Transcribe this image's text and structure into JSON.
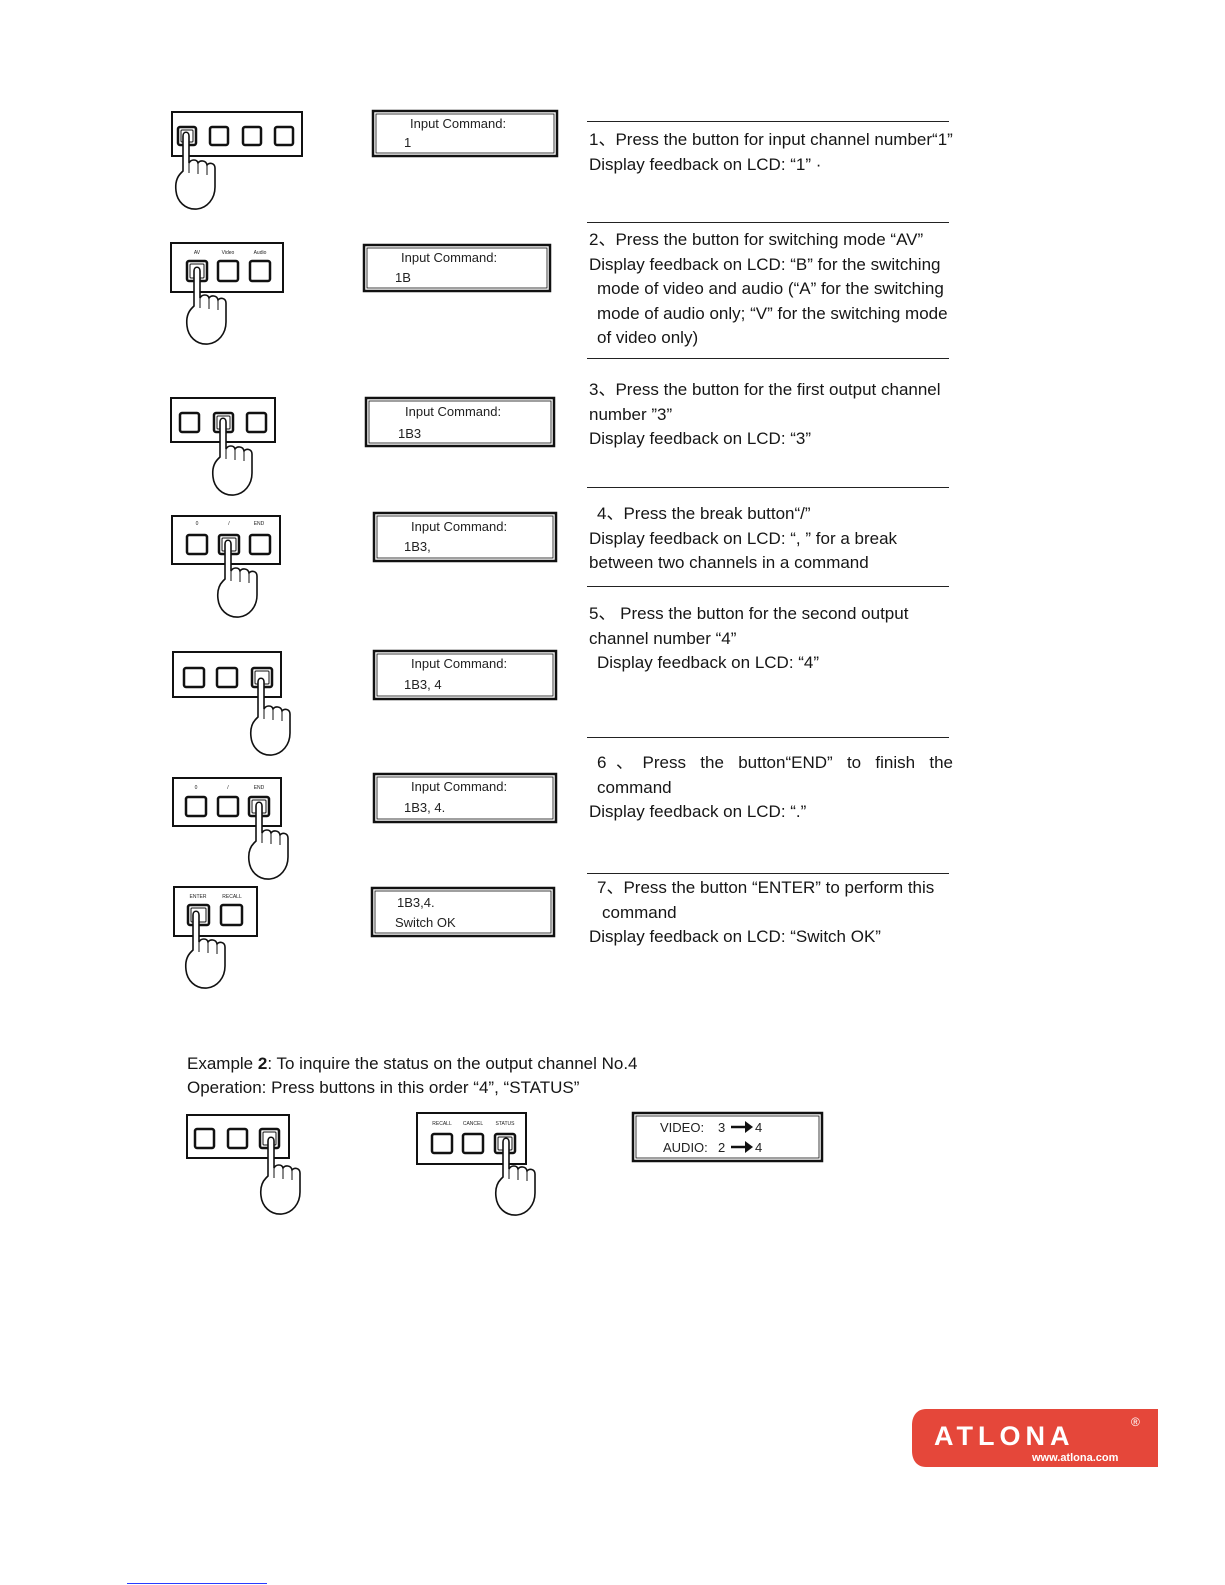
{
  "steps": [
    {
      "panel": {
        "labels": [
          "",
          "",
          "",
          ""
        ],
        "pressed": 0
      },
      "lcd": {
        "line1": "Input Command:",
        "line2": "1"
      },
      "desc": [
        "1、Press the button for input channel number“1”",
        "Display  feedback  on  LCD:  “1”  ·"
      ]
    },
    {
      "panel": {
        "labels": [
          "AV",
          "Video",
          "Audio"
        ],
        "pressed": 0
      },
      "lcd": {
        "line1": "Input Command:",
        "line2": "1B"
      },
      "desc": [
        "2、Press the button for switching mode “AV”",
        "Display feedback on LCD: “B” for the switching",
        "mode of video and audio (“A” for the switching",
        "mode of audio only; “V” for the switching mode",
        "of video only)"
      ]
    },
    {
      "panel": {
        "labels": [
          "",
          "",
          ""
        ],
        "pressed": 1
      },
      "lcd": {
        "line1": "Input Command:",
        "line2": "1B3"
      },
      "desc": [
        "3、Press the button for the first output channel",
        "number ”3”",
        "Display feedback on LCD: “3”"
      ]
    },
    {
      "panel": {
        "labels": [
          "0",
          "/",
          "END"
        ],
        "pressed": 1
      },
      "lcd": {
        "line1": "Input Command:",
        "line2": "1B3,"
      },
      "desc": [
        "4、Press the break button“/”",
        "Display  feedback  on  LCD:  “,  ”  for  a  break",
        "between two channels in a command"
      ]
    },
    {
      "panel": {
        "labels": [
          "",
          "",
          ""
        ],
        "pressed": 2
      },
      "lcd": {
        "line1": "Input Command:",
        "line2": "1B3, 4"
      },
      "desc": [
        "5、 Press  the  button  for  the  second  output",
        "channel number “4”",
        "Display  feedback  on  LCD:  “4”"
      ]
    },
    {
      "panel": {
        "labels": [
          "0",
          "/",
          "END"
        ],
        "pressed": 2
      },
      "lcd": {
        "line1": "Input Command:",
        "line2": "1B3, 4."
      },
      "desc": [
        "6、Press the button“END” to finish the command",
        "Display  feedback  on  LCD:  “.”"
      ]
    },
    {
      "panel": {
        "labels": [
          "ENTER",
          "RECALL"
        ],
        "pressed": 0
      },
      "lcd": {
        "line1": "1B3,4.",
        "line2": "Switch OK"
      },
      "desc": [
        "7、Press  the  button  “ENTER”  to  perform  this",
        "command",
        "Display feedback on LCD: “Switch OK”"
      ]
    }
  ],
  "example2": {
    "title_prefix": "Example ",
    "title_number": "2",
    "title_rest": ": To inquire the status on the output channel No.4",
    "operation": "Operation: Press buttons in this order “4”, “STATUS”",
    "panel1": {
      "labels": [
        "",
        "",
        ""
      ],
      "pressed": 2
    },
    "panel2": {
      "labels": [
        "RECALL",
        "CANCEL",
        "STATUS"
      ],
      "pressed": 2
    },
    "lcd": {
      "line1_label": "VIDEO:",
      "line1_from": "3",
      "line1_to": "4",
      "line2_label": "AUDIO:",
      "line2_from": "2",
      "line2_to": "4"
    }
  },
  "logo": {
    "brand": "ATLONA",
    "registered": "®",
    "url": "www.atlona.com",
    "color": "#e5473a"
  }
}
